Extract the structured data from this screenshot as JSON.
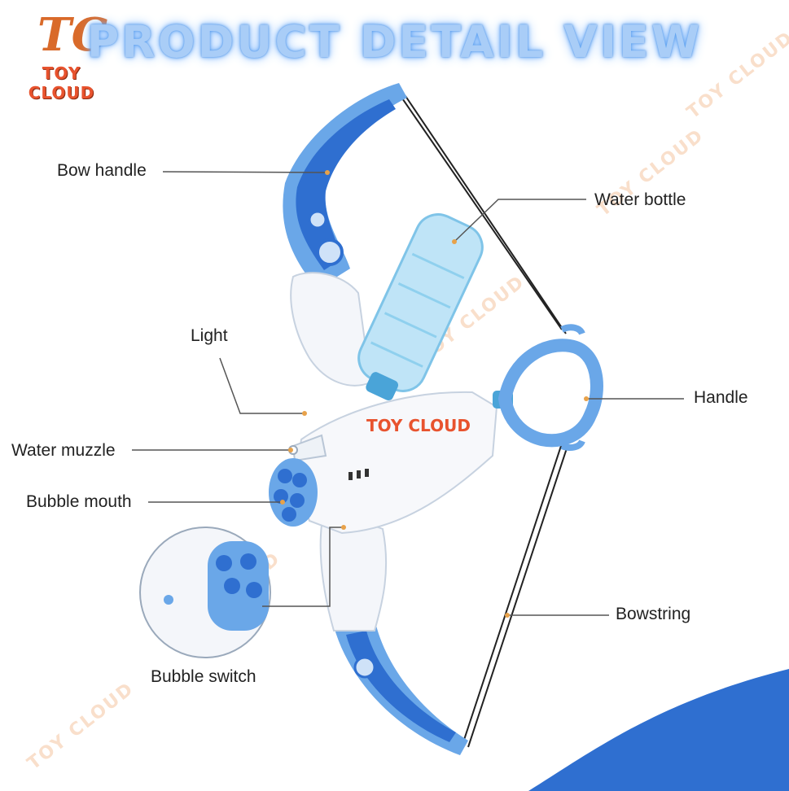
{
  "header": {
    "title": "PRODUCT DETAIL VIEW"
  },
  "brand": {
    "logo_text": "TOY CLOUD",
    "product_brand": "TOY CLOUD",
    "watermark": "TOY CLOUD"
  },
  "callouts": {
    "bow_handle": "Bow handle",
    "water_bottle": "Water bottle",
    "light": "Light",
    "handle": "Handle",
    "water_muzzle": "Water muzzle",
    "bubble_mouth": "Bubble mouth",
    "bowstring": "Bowstring",
    "bubble_switch": "Bubble switch"
  },
  "colors": {
    "accent_blue": "#5b9ee6",
    "dark_blue": "#2f6fd0",
    "headline": "#a9cdf7",
    "brand_orange": "#e8532e"
  }
}
